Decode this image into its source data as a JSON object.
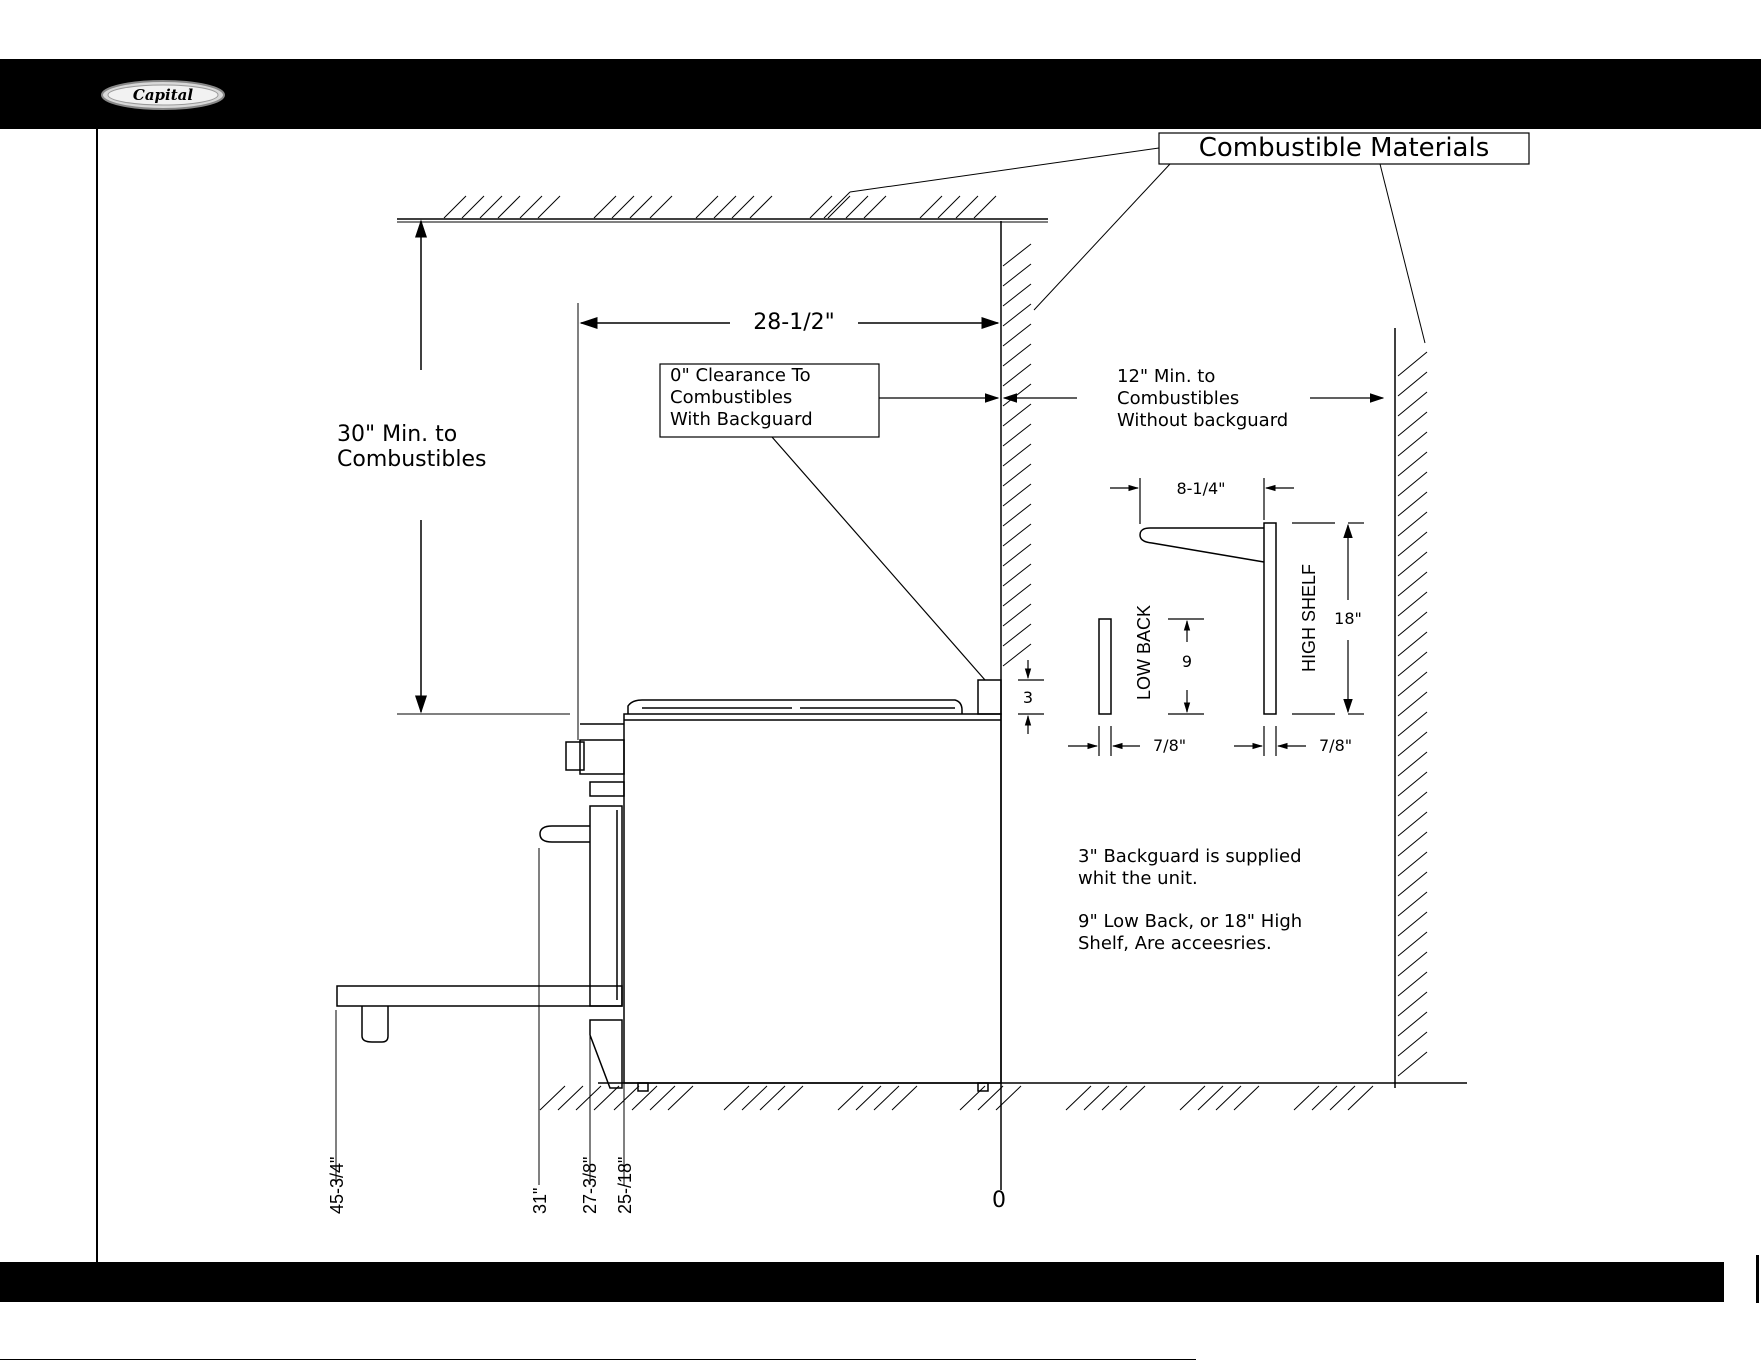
{
  "brand": {
    "logo_text": "Capital"
  },
  "callouts": {
    "combustible_materials": "Combustible Materials",
    "clearance_with_backguard": [
      "0\" Clearance To",
      "Combustibles",
      "With Backguard"
    ],
    "clearance_without_backguard": [
      "12\" Min. to",
      "Combustibles",
      "Without backguard"
    ],
    "vertical_clearance": [
      "30\" Min. to",
      "Combustibles"
    ]
  },
  "dimensions": {
    "depth": "28-1/2\"",
    "shelf_projection": "8-1/4\"",
    "high_shelf_height": "18\"",
    "low_back_height": "9",
    "backguard_height": "3",
    "low_back_thickness": "7/8\"",
    "high_shelf_thickness": "7/8\"",
    "high_shelf_label": "HIGH SHELF",
    "low_back_label": "LOW BACK"
  },
  "bottom_dimensions": [
    "45-3/4\"",
    "31\"",
    "27-3/8\"",
    "25-/18\""
  ],
  "origin_label": "0",
  "notes": [
    [
      "3\" Backguard is supplied",
      "whit the unit."
    ],
    [
      "9\" Low Back, or 18\" High",
      "Shelf, Are accеesries."
    ]
  ]
}
